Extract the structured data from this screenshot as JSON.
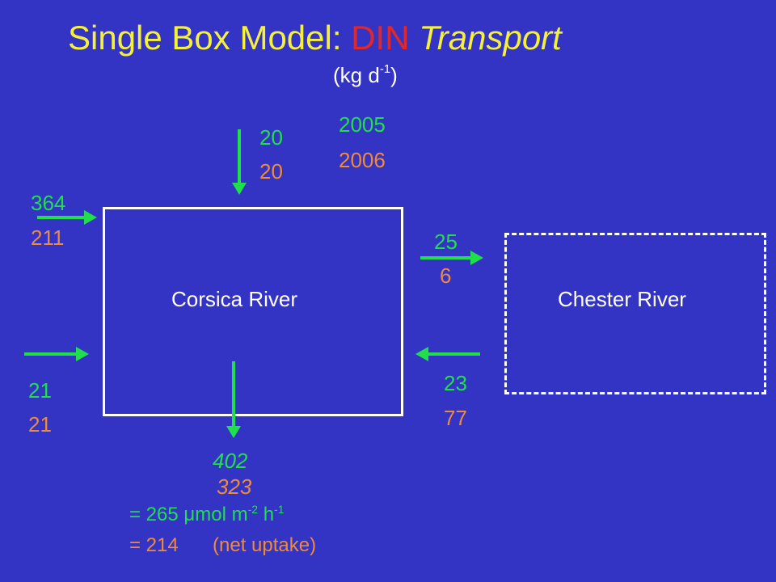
{
  "title": {
    "prefix": "Single Box Model: ",
    "highlight": "DIN",
    "suffix": "Transport"
  },
  "units": {
    "base": "(kg d",
    "exponent": "-1",
    "close": ")"
  },
  "legend": {
    "year_a": "2005",
    "year_b": "2006"
  },
  "boxes": {
    "corsica": "Corsica River",
    "chester": "Chester River"
  },
  "fluxes": {
    "top": {
      "a": "20",
      "b": "20"
    },
    "upper_left": {
      "a": "364",
      "b": "211"
    },
    "lower_left": {
      "a": "21",
      "b": "21"
    },
    "to_chester": {
      "a": "25",
      "b": "6"
    },
    "from_chester": {
      "a": "23",
      "b": "77"
    },
    "bottom": {
      "a": "402",
      "b": "323"
    }
  },
  "equations": {
    "line1_prefix": "= 265 ",
    "line1_mu": "μ",
    "line1_unit_a": "mol m",
    "line1_exp_a": "-2",
    "line1_unit_b": " h",
    "line1_exp_b": "-1",
    "line2_value": "= 214",
    "line2_note": "(net uptake)"
  },
  "colors": {
    "background": "#3434c4",
    "year_2005": "#1fe04a",
    "year_2006": "#ee8a3a",
    "title": "#f5f03a",
    "highlight": "#e0282a"
  }
}
